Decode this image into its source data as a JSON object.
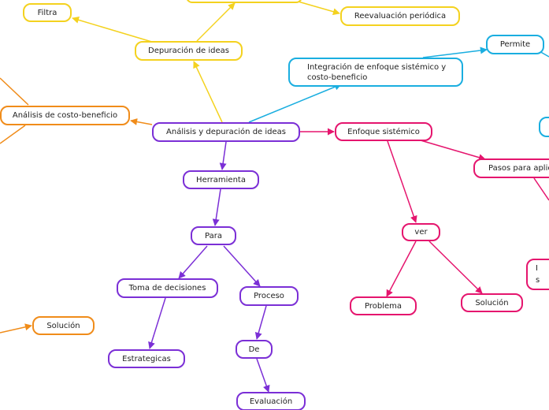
{
  "colors": {
    "purple": "#7b2fd6",
    "yellow": "#f4d21f",
    "orange": "#f08c1a",
    "blue": "#1aaee0",
    "pink": "#e5156e"
  },
  "nodes": {
    "analisis": "Análisis y depuración de ideas",
    "depuracion": "Depuración de ideas",
    "filtra": "Filtra",
    "reevaluacion": "Reevaluación periódica",
    "integracion": "Integración de enfoque sistémico y costo-beneficio",
    "permite": "Permite",
    "costo_beneficio": "Análisis de costo-beneficio",
    "enfoque": "Enfoque sistémico",
    "pasos": "Pasos para aplic",
    "herramienta": "Herramienta",
    "para": "Para",
    "toma": "Toma de decisiones",
    "proceso": "Proceso",
    "estrategicas": "Estrategicas",
    "de": "De",
    "evaluacion": "Evaluación",
    "solucion_left": "Solución",
    "ver": "ver",
    "problema": "Problema",
    "solucion_right": "Solución",
    "partial_i": "I",
    "partial_s": "s"
  }
}
